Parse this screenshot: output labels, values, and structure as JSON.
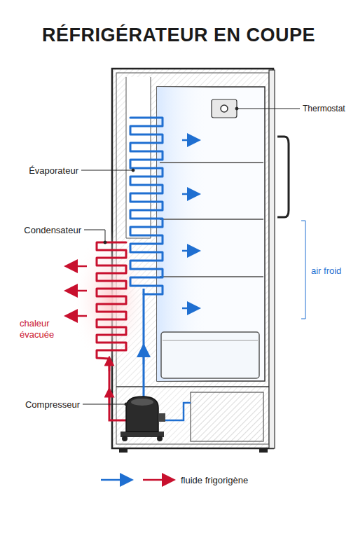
{
  "diagram": {
    "title": "RÉFRIGÉRATEUR EN COUPE",
    "labels": [
      "Thermostat",
      "Évaporateur",
      "Condensateur",
      "chaleur évacuée",
      "Compresseur",
      "air froid"
    ],
    "legend": [
      {
        "text": "fluide frigorigène"
      }
    ]
  }
}
